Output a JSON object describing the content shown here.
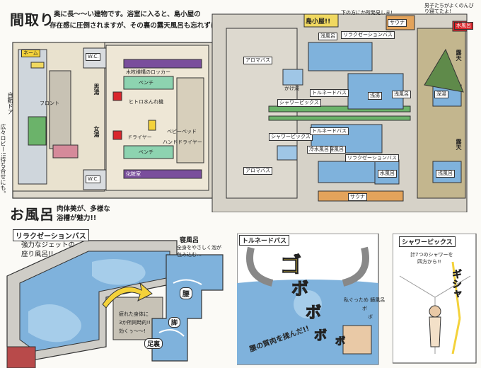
{
  "header": {
    "title": "間取り",
    "intro_line1": "奥に長〜〜い建物です。浴室に入ると、島小屋の",
    "intro_line2": "存在感に圧倒されますが、その裏の露天風呂も忘れずに!"
  },
  "plan_labels": {
    "name_sign": "ネーム",
    "auto_door": "自動ドア",
    "lobby_note": "広々ロビー!!待ち合せにも。",
    "front": "フロント",
    "wc_top": "W.C.",
    "wc_bottom": "W.C.",
    "men": "男湯",
    "women": "女湯",
    "locker": "木枚様構のロッカー",
    "bench_top": "ベンチ",
    "bench_bottom": "ベンチ",
    "tatami": "ヒトロ水んれ機",
    "baby_bed": "ベビーベッド",
    "dryer": "ドライヤー",
    "hand_dryer": "ハンドドライヤー",
    "makeup_room": "化粧室",
    "sauna_top": "サウナ",
    "sauna_bottom": "サウナ",
    "shimagoya": "島小屋!!",
    "shimagoya_sub": "下の方にか所発見しま!",
    "aroma_top": "アロマバス",
    "aroma_bottom": "アロマバス",
    "cold_top": "かけ湯",
    "relax_top": "リラクゼーションバス",
    "relax_bottom": "リラクゼーションバス",
    "shower_top": "シャワーピックス",
    "shower_bottom": "シャワーピックス",
    "tornado_top": "トルネードバス",
    "tornado_bottom": "トルネードバス",
    "jacuzzi": "浅湯",
    "kiyomeburo": "寝風呂",
    "water_bath": "水風呂",
    "cold_water": "冷水風呂",
    "hot_bath_1": "浅風呂",
    "hot_bath_2": "浅風呂",
    "hot_bath_3": "浅風呂",
    "rotenburo_1": "露天",
    "rotenburo_2": "露天",
    "deep_bath": "深湯",
    "mens_note": "男子たちがよくのんびり寝てたよ!",
    "water_note": "水風呂"
  },
  "bath_section": {
    "title": "お風呂",
    "subtitle_line1": "肉体美が、多様な",
    "subtitle_line2": "浴槽が魅力!!"
  },
  "relax_panel": {
    "title": "リラクゼーションバス",
    "desc_line1": "強力なジェットの",
    "desc_line2": "座り風呂!!"
  },
  "nebu_panel": {
    "title": "寝風呂",
    "desc_line1": "全身をやさしく泡が",
    "desc_line2": "包み込む…",
    "label_koshi": "腰",
    "label_ashi": "脚",
    "label_ashiura": "足裏",
    "body_note_1": "疲れた身体に",
    "body_note_2": "3か所同時的!!",
    "body_note_3": "効くぅ〜〜!"
  },
  "tornado_panel": {
    "title": "トルネードバス",
    "sfx_go": "ゴ",
    "sfx_bo1": "ボ",
    "sfx_bo2": "ボ",
    "sfx_bo3": "ボ",
    "sfx_bo4": "ボ",
    "tagline": "腰の質肉を揉んだ!!",
    "note_1": "ボ",
    "person_note": "ボ",
    "side_note": "私ぐっため 鏡風呂"
  },
  "shower_panel": {
    "title": "シャワーピックス",
    "desc_line1": "計7つのシャワーを",
    "desc_line2": "四方から!!",
    "sfx": "ギシャ"
  },
  "colors": {
    "water": "#7fb2dc",
    "water_dark": "#3d78b8",
    "wall": "#c9c4ba",
    "floor": "#e9e2cf",
    "red_label": "#d9262c",
    "yellow": "#f4d23a",
    "purple": "#7a4e9c",
    "green": "#6bb36a",
    "pink": "#d58a9a",
    "mint": "#8dd3b0"
  }
}
